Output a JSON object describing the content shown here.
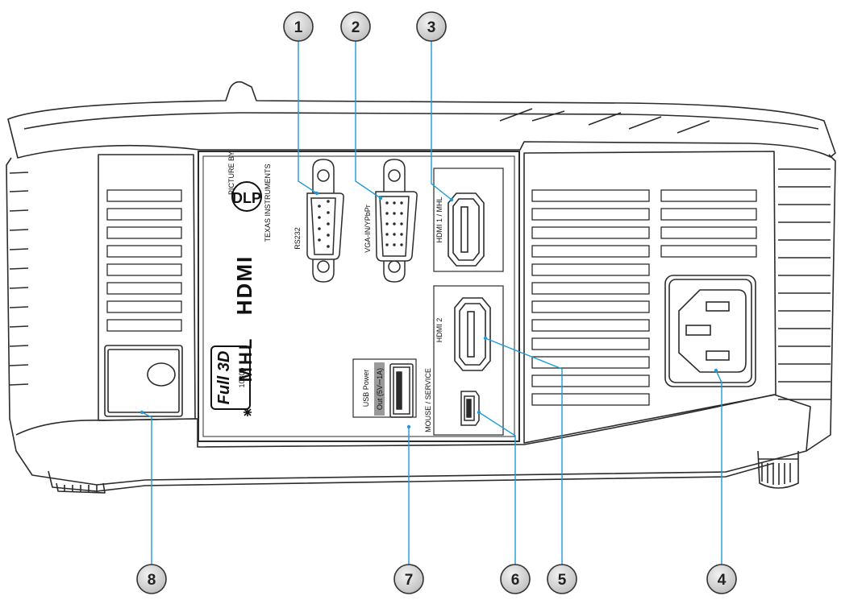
{
  "diagram": {
    "port_labels": {
      "rs232": "RS232",
      "vga": "VGA-IN/YPbPr",
      "hdmi1": "HDMI 1 / MHL",
      "hdmi2": "HDMI 2",
      "usb_power_line1": "USB Power",
      "usb_power_line2": "Out (5V⎓1A)",
      "mouse_service": "MOUSE / SERVICE"
    },
    "logos": {
      "dlp_top": "PICTURE BY",
      "dlp": "DLP",
      "dlp_sub": "TEXAS INSTRUMENTS",
      "hdmi": "HDMI",
      "full3d": "Full 3D",
      "res": "1080p",
      "mhl": "MHL"
    },
    "callouts": [
      "1",
      "2",
      "3",
      "4",
      "5",
      "6",
      "7",
      "8"
    ],
    "colors": {
      "leader": "#1e9bd7",
      "outline": "#2b2b2b",
      "callout_fill": "#d9d9d9"
    }
  }
}
